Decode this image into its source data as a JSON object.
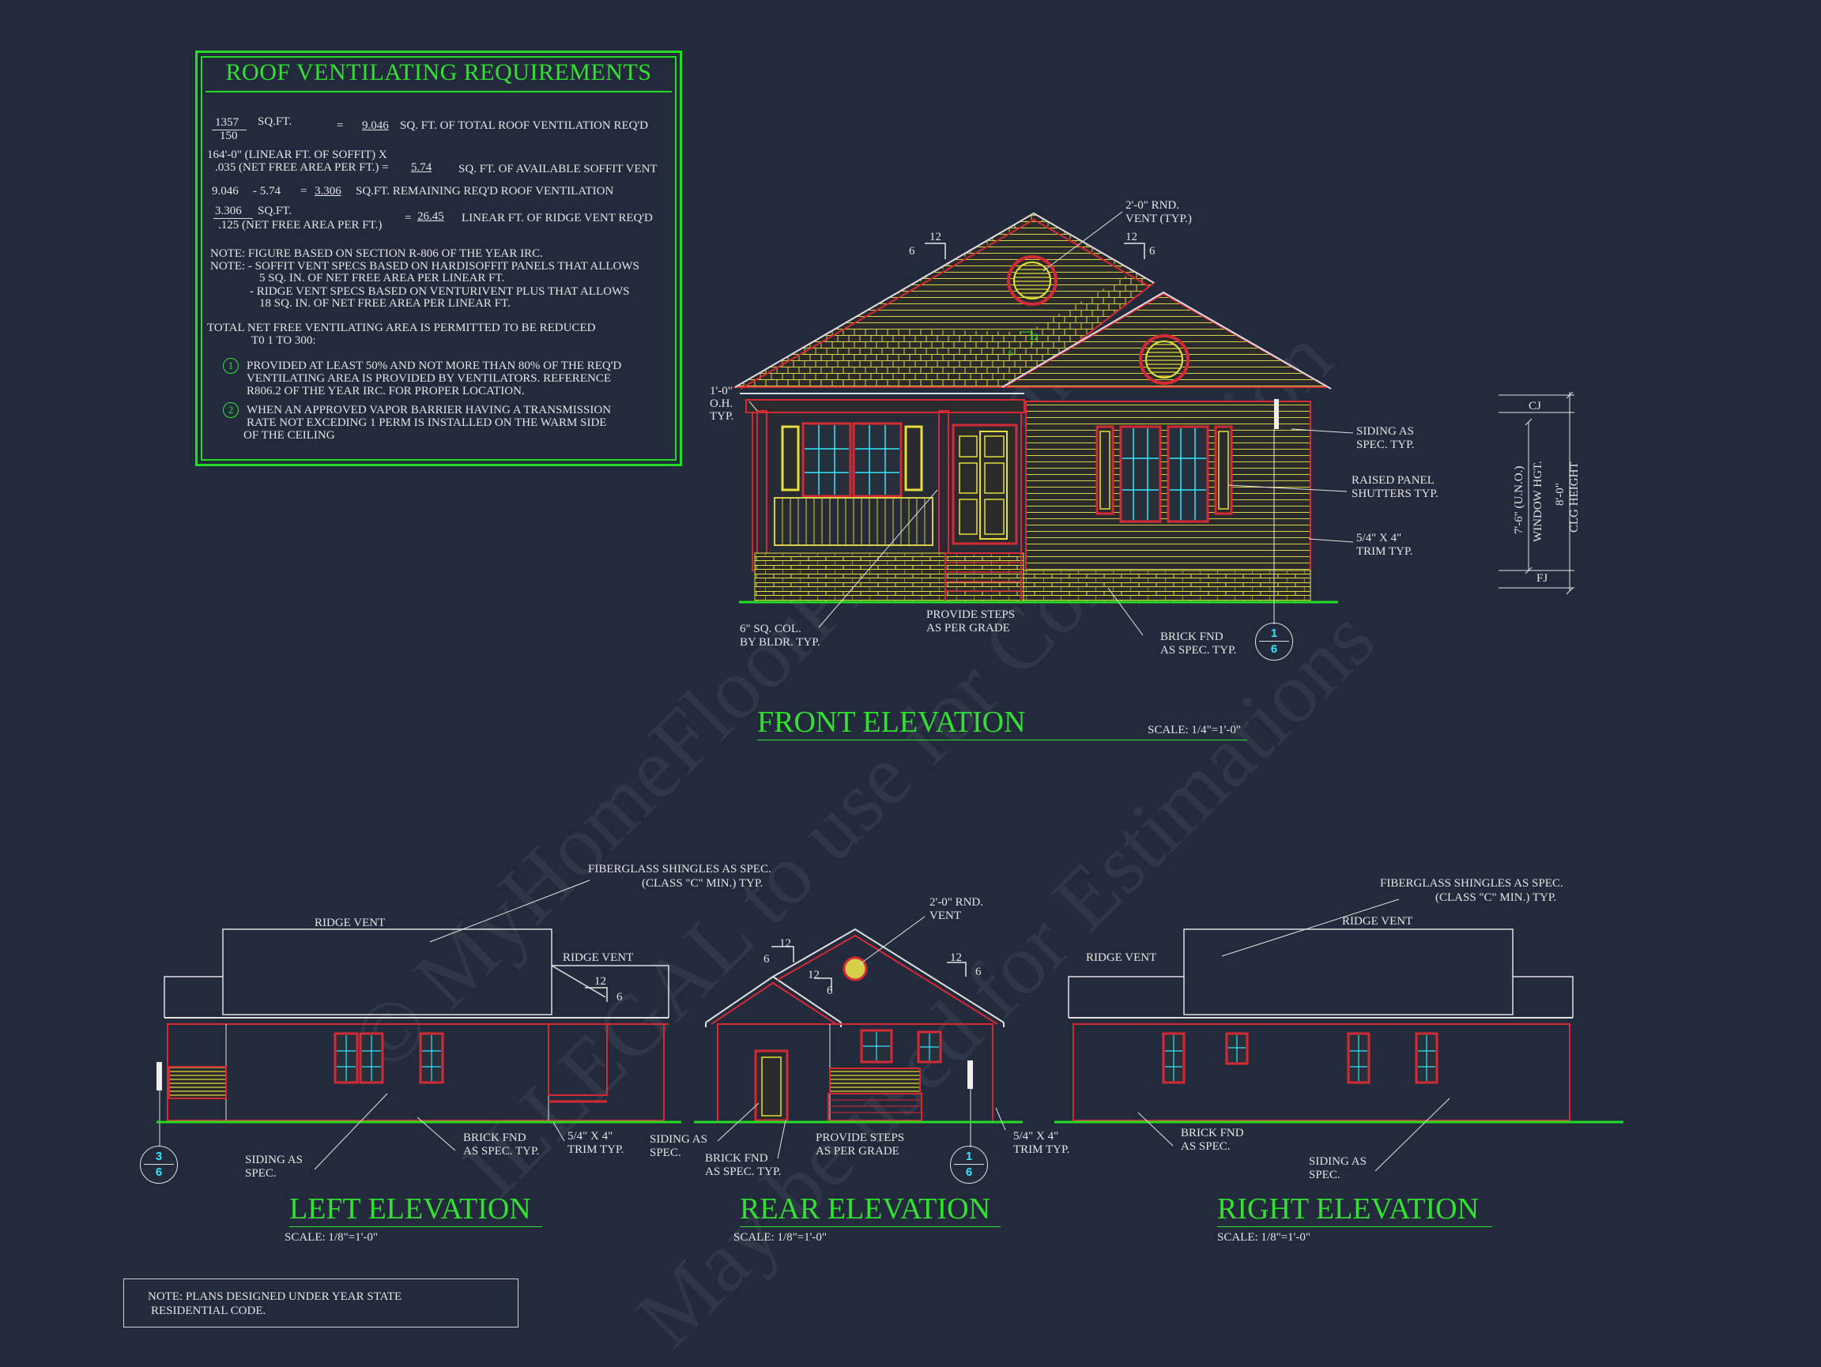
{
  "vent": {
    "title": "ROOF VENTILATING REQUIREMENTS",
    "l1_num": "1357",
    "l1_den": "150",
    "l1_unit": "SQ.FT.",
    "l1_eq": "=",
    "l1_val": "9.046",
    "l1_desc": "SQ. FT. OF TOTAL ROOF VENTILATION REQ'D",
    "l2a": "164'-0\" (LINEAR FT. OF SOFFIT) X",
    "l2b": ".035 (NET FREE AREA PER FT.) =",
    "l2_val": "5.74",
    "l2_desc": "SQ. FT. OF AVAILABLE SOFFIT VENT",
    "l3a": "9.046",
    "l3b": "- 5.74",
    "l3_eq": "=",
    "l3_val": "3.306",
    "l3_desc": "SQ.FT. REMAINING REQ'D ROOF VENTILATION",
    "l4_num": "3.306",
    "l4_unit": "SQ.FT.",
    "l4_den": ".125 (NET FREE AREA PER FT.)",
    "l4_eq": "=",
    "l4_val": "26.45",
    "l4_desc": "LINEAR FT. OF RIDGE VENT REQ'D",
    "n1": "NOTE: FIGURE BASED ON SECTION R-806 OF THE YEAR IRC.",
    "n2": "NOTE: - SOFFIT VENT SPECS BASED ON HARDISOFFIT PANELS THAT ALLOWS",
    "n3": "5 SQ. IN. OF NET FREE AREA PER LINEAR FT.",
    "n4": "- RIDGE VENT SPECS BASED ON VENTURIVENT PLUS THAT ALLOWS",
    "n5": "18 SQ. IN. OF NET FREE AREA PER LINEAR FT.",
    "t1": "TOTAL NET FREE VENTILATING AREA IS PERMITTED TO BE REDUCED",
    "t2": "T0 1 TO 300:",
    "c1": "1",
    "c1a": "PROVIDED AT LEAST 50% AND NOT MORE THAN 80% OF THE REQ'D",
    "c1b": "VENTILATING AREA IS PROVIDED BY VENTILATORS.  REFERENCE",
    "c1c": "R806.2  OF THE YEAR IRC. FOR PROPER LOCATION.",
    "c2": "2",
    "c2a": "WHEN AN APPROVED VAPOR BARRIER HAVING A TRANSMISSION",
    "c2b": "RATE NOT EXCEDING 1 PERM IS INSTALLED ON THE WARM SIDE",
    "c2c": "OF THE CEILING"
  },
  "front": {
    "title": "FRONT ELEVATION",
    "scale": "SCALE: 1/4\"=1'-0\"",
    "pitch_12": "12",
    "pitch_6": "6",
    "vent_l1": "2'-0\" RND.",
    "vent_l2": "VENT (TYP.)",
    "oh_1": "1'-0\"",
    "oh_2": "O.H.",
    "oh_3": "TYP.",
    "siding_1": "SIDING AS",
    "siding_2": "SPEC. TYP.",
    "shutter_1": "RAISED PANEL",
    "shutter_2": "SHUTTERS TYP.",
    "trim_1": "5/4\" X 4\"",
    "trim_2": "TRIM TYP.",
    "col_1": "6\" SQ. COL.",
    "col_2": "BY BLDR. TYP.",
    "steps_1": "PROVIDE STEPS",
    "steps_2": "AS PER GRADE",
    "brick_1": "BRICK FND",
    "brick_2": "AS SPEC. TYP.",
    "tag_top": "1",
    "tag_bot": "6",
    "inner_pitch_6": "6",
    "inner_pitch_12": "12"
  },
  "heights": {
    "cj": "CJ",
    "fj": "FJ",
    "uno": "7'-6\" (U.N.O.)",
    "window": "WINDOW HGT.",
    "clg_1": "8'-0\"",
    "clg_2": "CLG HEIGHT"
  },
  "left": {
    "title": "LEFT ELEVATION",
    "scale": "SCALE: 1/8\"=1'-0\"",
    "shingle_1": "FIBERGLASS SHINGLES AS SPEC.",
    "shingle_2": "(CLASS \"C\" MIN.) TYP.",
    "ridge_1": "RIDGE  VENT",
    "ridge_2": "RIDGE  VENT",
    "pitch_12": "12",
    "pitch_6": "6",
    "siding_1": "SIDING AS",
    "siding_2": "SPEC.",
    "brick_1": "BRICK FND",
    "brick_2": "AS SPEC. TYP.",
    "trim_1": "5/4\" X 4\"",
    "trim_2": "TRIM TYP.",
    "tag_top": "3",
    "tag_bot": "6"
  },
  "rear": {
    "title": "REAR ELEVATION",
    "scale": "SCALE: 1/8\"=1'-0\"",
    "vent_1": "2'-0\" RND.",
    "vent_2": "VENT",
    "p1_12": "12",
    "p1_6": "6",
    "p2_12": "12",
    "p2_6": "6",
    "p3_12": "12",
    "p3_6": "6",
    "siding_1": "SIDING AS",
    "siding_2": "SPEC.",
    "brick_1": "BRICK FND",
    "brick_2": "AS SPEC. TYP.",
    "steps_1": "PROVIDE STEPS",
    "steps_2": "AS PER GRADE",
    "trim_1": "5/4\" X 4\"",
    "trim_2": "TRIM TYP.",
    "tag_top": "1",
    "tag_bot": "6"
  },
  "right": {
    "title": "RIGHT ELEVATION",
    "scale": "SCALE: 1/8\"=1'-0\"",
    "shingle_1": "FIBERGLASS SHINGLES AS SPEC.",
    "shingle_2": "(CLASS \"C\" MIN.) TYP.",
    "ridge_1": "RIDGE  VENT",
    "ridge_2": "RIDGE  VENT",
    "brick_1": "BRICK FND",
    "brick_2": "AS SPEC.",
    "siding_1": "SIDING AS",
    "siding_2": "SPEC."
  },
  "note": {
    "l1": "NOTE: PLANS DESIGNED UNDER YEAR STATE",
    "l2": "RESIDENTIAL CODE."
  },
  "watermark": {
    "w1": "© MyHomeFloorPlans.com",
    "w2": "ILLEGAL to use for Construction",
    "w3": "May be used for Estimations"
  },
  "colors": {
    "background": "#232a3b",
    "accent_green": "#33e033",
    "red_line": "#d42a36",
    "yellow_fill": "#d9d24a",
    "cyan": "#33e6ff"
  }
}
